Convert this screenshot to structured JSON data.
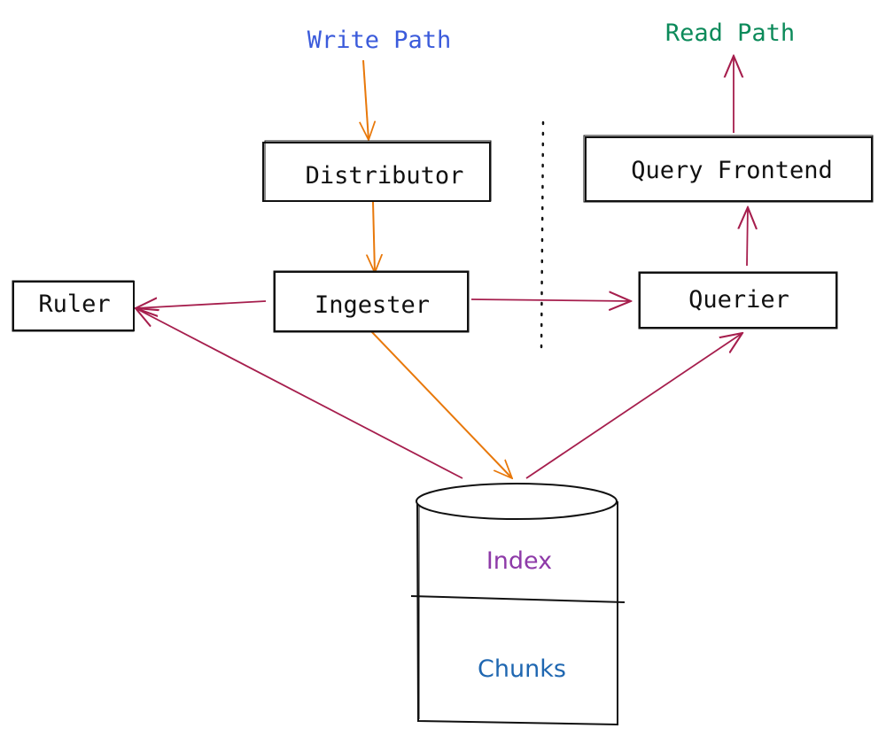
{
  "labels": {
    "write_path": "Write Path",
    "read_path": "Read Path"
  },
  "nodes": {
    "distributor": "Distributor",
    "ingester": "Ingester",
    "ruler": "Ruler",
    "querier": "Querier",
    "query_frontend": "Query Frontend",
    "index": "Index",
    "chunks": "Chunks"
  },
  "colors": {
    "write_path": "#3b5bdb",
    "read_path": "#0c8a5a",
    "write_arrow": "#e8780a",
    "read_arrow": "#a61e4d",
    "index": "#8e3aa8",
    "chunks": "#1f67b1"
  }
}
